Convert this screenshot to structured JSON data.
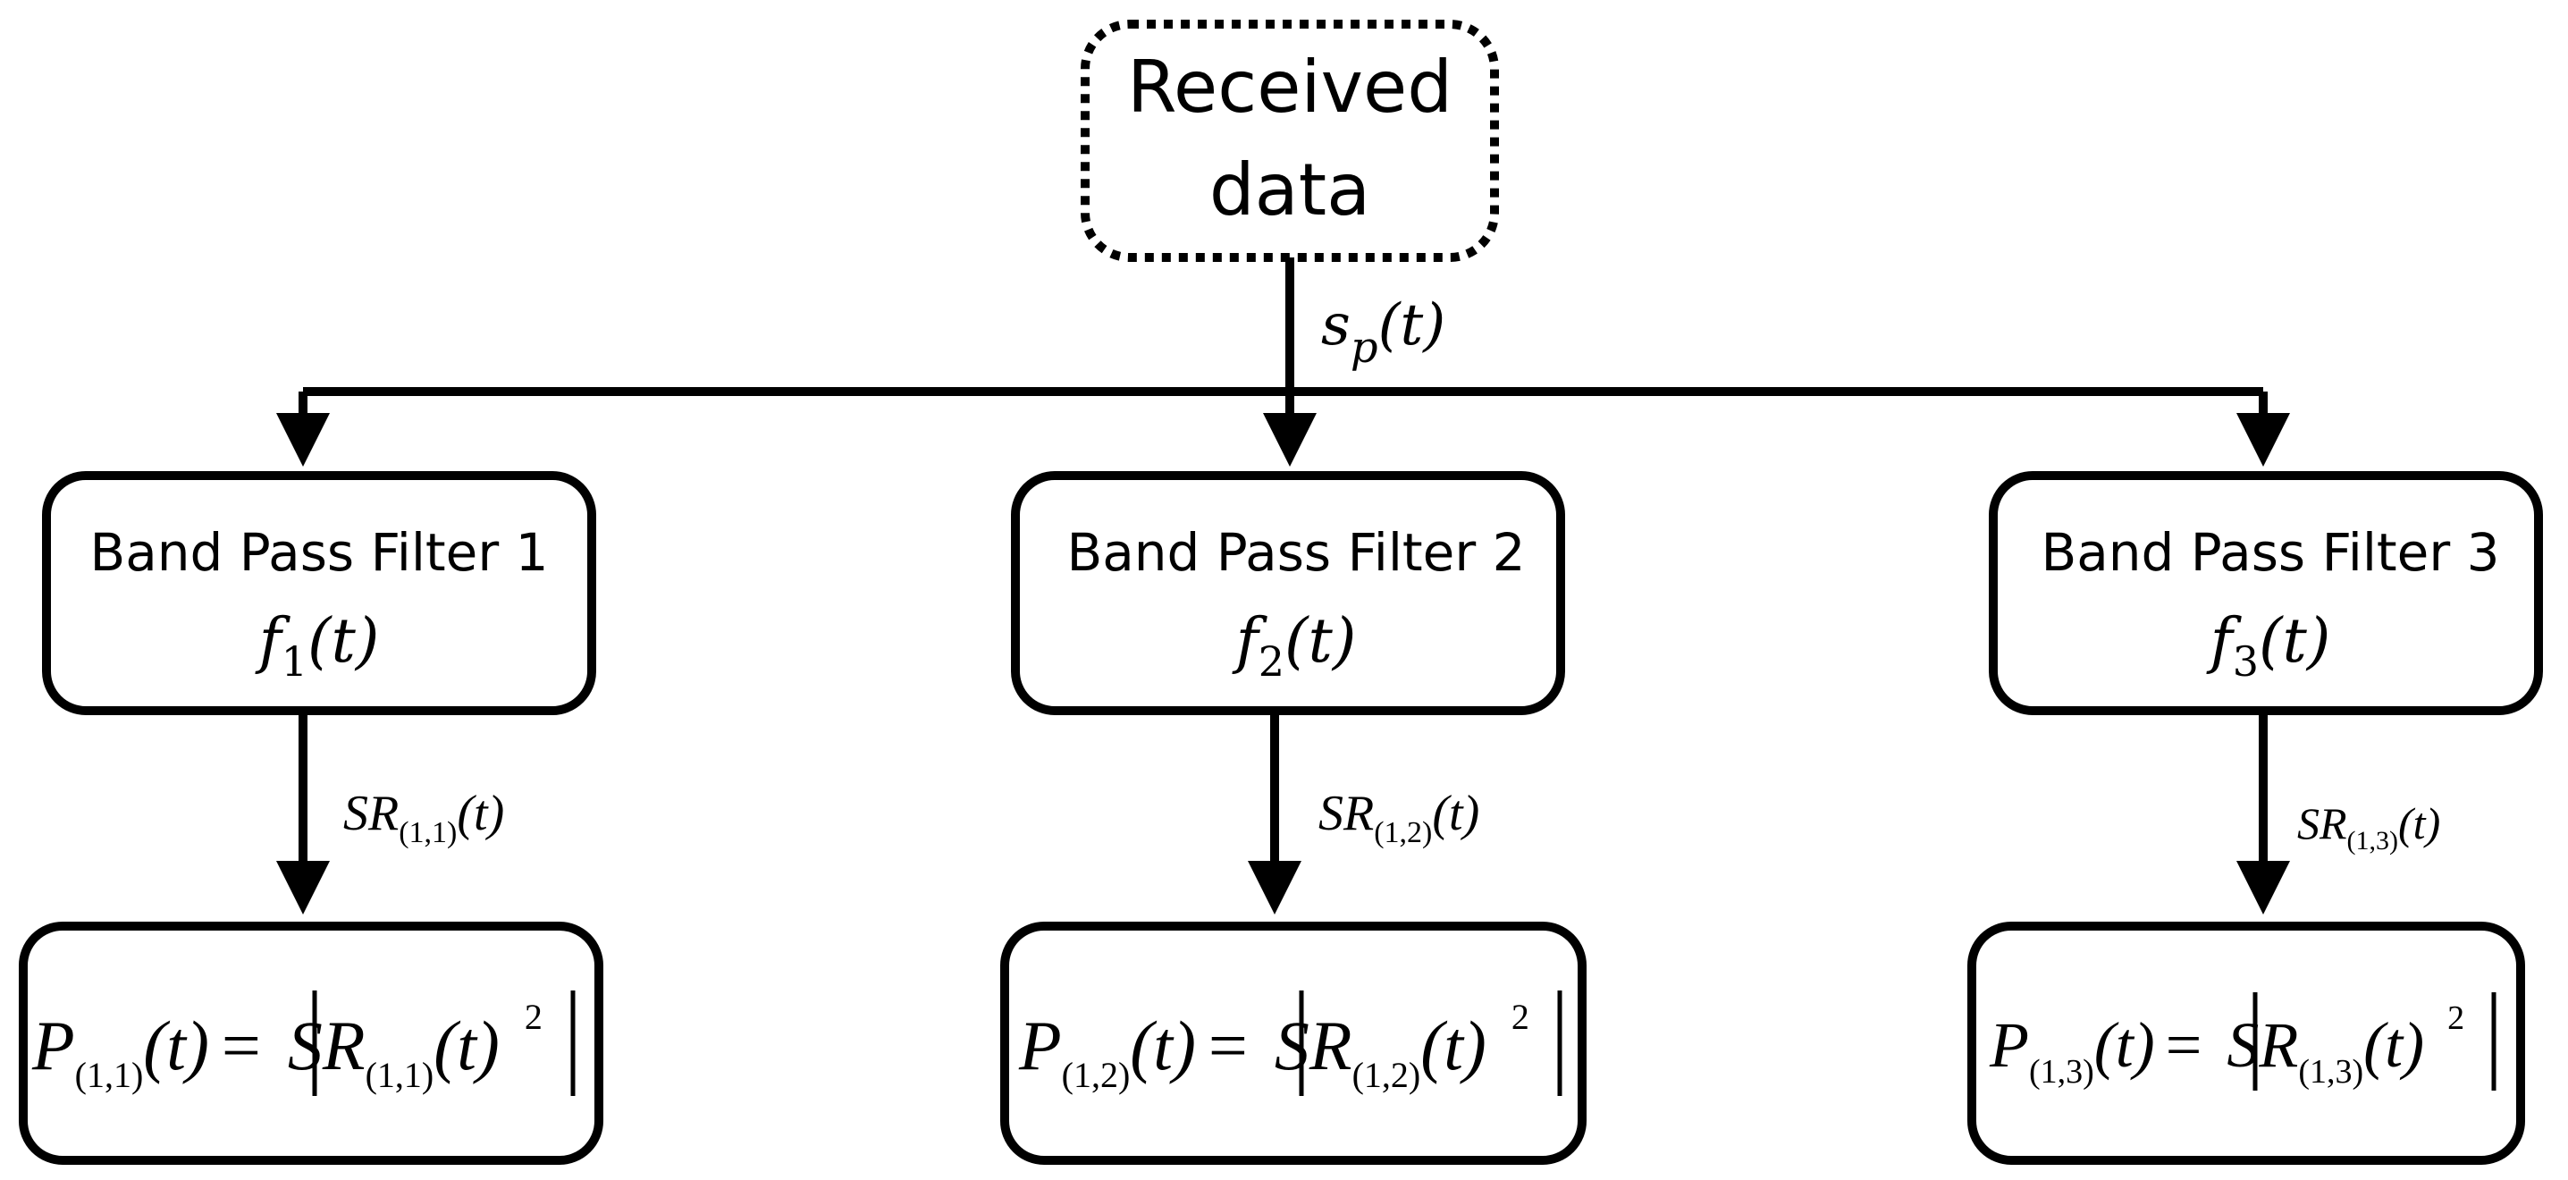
{
  "source": {
    "line1": "Received",
    "line2": "data"
  },
  "input_signal": {
    "base": "s",
    "sub": "p",
    "arg": "(t)"
  },
  "filters": [
    {
      "title": "Band Pass Filter 1",
      "fn_base": "f",
      "fn_sub": "1",
      "fn_arg": "(t)",
      "signal_base": "SR",
      "signal_sub": "(1,1)",
      "signal_arg": "(t)",
      "power_base": "P",
      "power_sub": "(1,1)",
      "power_arg": "(t)",
      "power_eq": "=",
      "power_abs_base": "SR",
      "power_abs_sub": "(1,1)",
      "power_abs_arg": "(t)",
      "power_exp": "2"
    },
    {
      "title": "Band Pass Filter 2",
      "fn_base": "f",
      "fn_sub": "2",
      "fn_arg": "(t)",
      "signal_base": "SR",
      "signal_sub": "(1,2)",
      "signal_arg": "(t)",
      "power_base": "P",
      "power_sub": "(1,2)",
      "power_arg": "(t)",
      "power_eq": "=",
      "power_abs_base": "SR",
      "power_abs_sub": "(1,2)",
      "power_abs_arg": "(t)",
      "power_exp": "2"
    },
    {
      "title": "Band Pass Filter 3",
      "fn_base": "f",
      "fn_sub": "3",
      "fn_arg": "(t)",
      "signal_base": "SR",
      "signal_sub": "(1,3)",
      "signal_arg": "(t)",
      "power_base": "P",
      "power_sub": "(1,3)",
      "power_arg": "(t)",
      "power_eq": "=",
      "power_abs_base": "SR",
      "power_abs_sub": "(1,3)",
      "power_abs_arg": "(t)",
      "power_exp": "2"
    }
  ]
}
